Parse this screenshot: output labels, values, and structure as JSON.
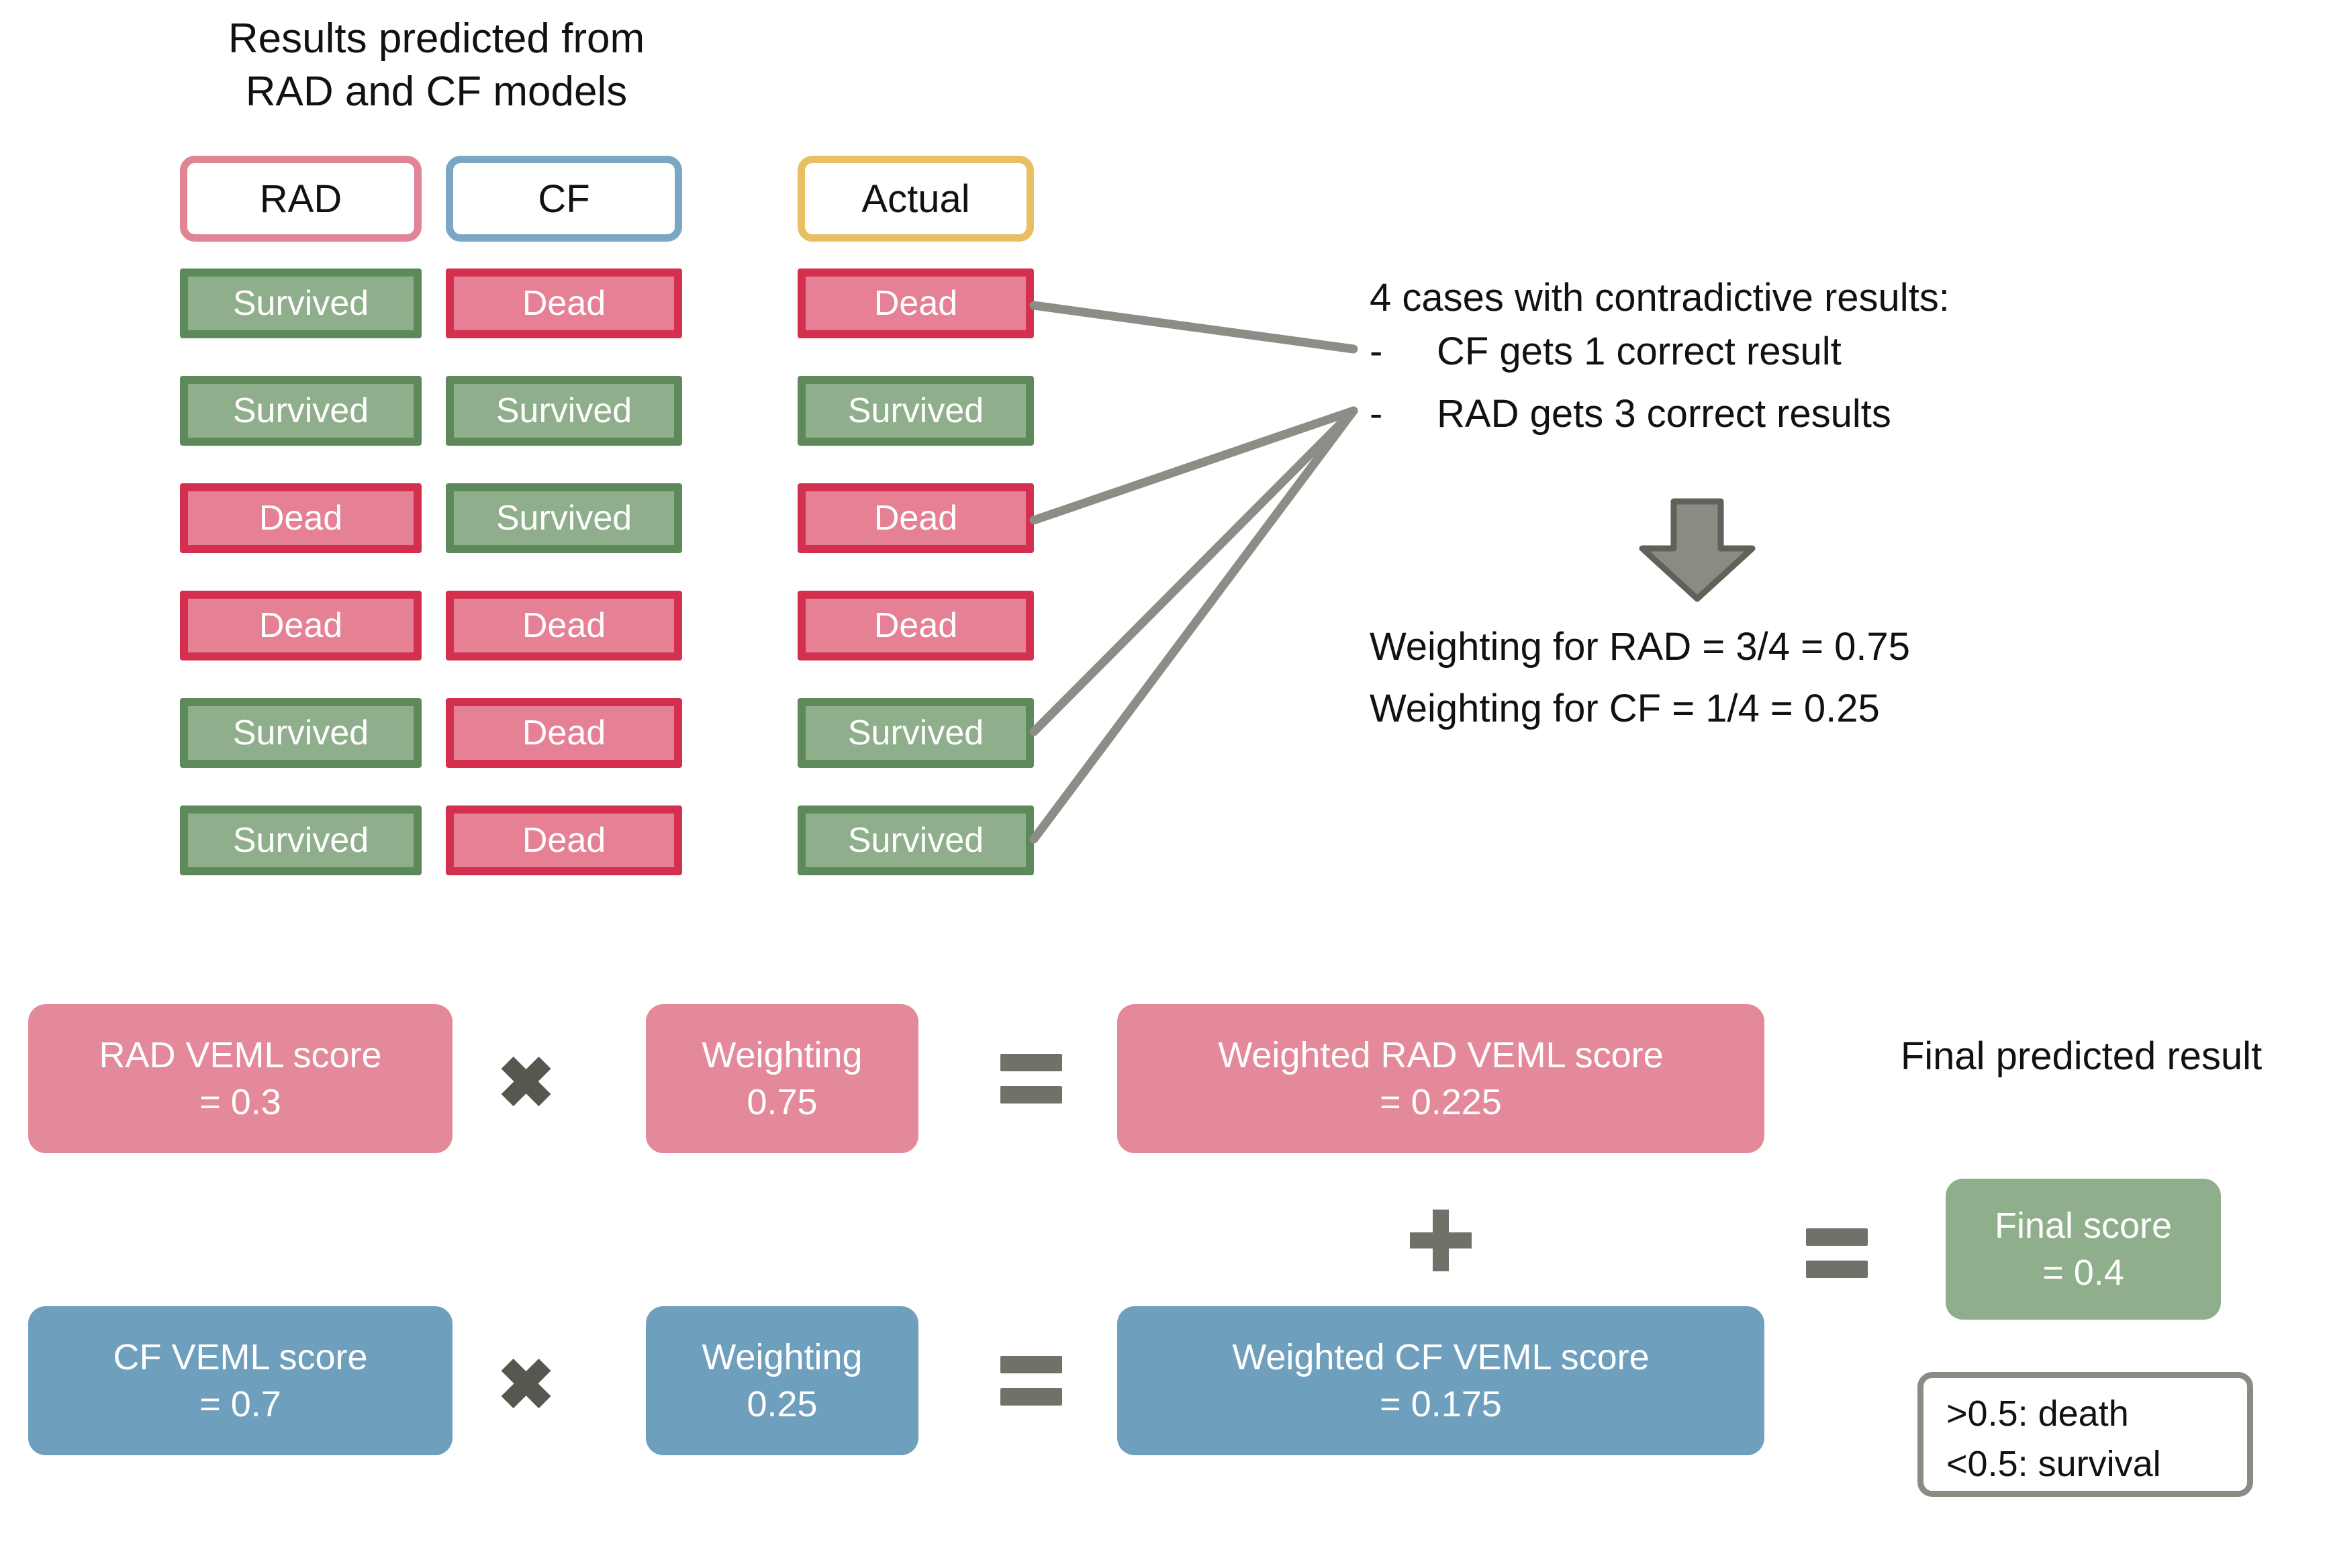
{
  "section": {
    "title": "Results predicted from\nRAD and CF models"
  },
  "table": {
    "headers": [
      {
        "label": "RAD",
        "color": "#E08496"
      },
      {
        "label": "CF",
        "color": "#7BA7C4"
      },
      {
        "label": "Actual",
        "color": "#E8BF63"
      }
    ],
    "rows": [
      {
        "rad": "Survived",
        "cf": "Dead",
        "actual": "Dead"
      },
      {
        "rad": "Survived",
        "cf": "Survived",
        "actual": "Survived"
      },
      {
        "rad": "Dead",
        "cf": "Survived",
        "actual": "Dead"
      },
      {
        "rad": "Dead",
        "cf": "Dead",
        "actual": "Dead"
      },
      {
        "rad": "Survived",
        "cf": "Dead",
        "actual": "Survived"
      },
      {
        "rad": "Survived",
        "cf": "Dead",
        "actual": "Survived"
      }
    ]
  },
  "annotation": {
    "heading": "4 cases with contradictive results:",
    "bullet_marker": "-",
    "bullets": [
      "CF gets 1 correct result",
      "RAD gets 3 correct results"
    ],
    "arrow_icon": "down-block-arrow",
    "weighting_rad": "Weighting for RAD = 3/4 = 0.75",
    "weighting_cf": "Weighting for CF = 1/4 = 0.25"
  },
  "equation": {
    "rad_row": {
      "score_box": {
        "line1": "RAD VEML score",
        "line2": "= 0.3"
      },
      "times_symbol": "✖",
      "weight_box": {
        "line1": "Weighting",
        "line2": "0.75"
      },
      "equals_symbol": "=",
      "weighted_box": {
        "line1": "Weighted RAD VEML score",
        "line2": "= 0.225"
      }
    },
    "plus_symbol": "+",
    "cf_row": {
      "score_box": {
        "line1": "CF VEML score",
        "line2": "= 0.7"
      },
      "times_symbol": "✖",
      "weight_box": {
        "line1": "Weighting",
        "line2": "0.25"
      },
      "equals_symbol": "=",
      "weighted_box": {
        "line1": "Weighted CF VEML score",
        "line2": "= 0.175"
      }
    },
    "final": {
      "label": "Final predicted result",
      "equals_symbol": "=",
      "score_box": {
        "line1": "Final score",
        "line2": "= 0.4"
      },
      "legend": [
        ">0.5: death",
        "<0.5: survival"
      ]
    }
  },
  "colors": {
    "survived_fill": "#8FAE8B",
    "survived_border": "#5E8A5B",
    "dead_fill": "#E58095",
    "dead_border": "#D32F4F",
    "pink_box": "#E4899A",
    "blue_box": "#6E9FBD",
    "green_box": "#8FAE8B",
    "operator_gray": "#6E7268",
    "connector_gray": "#8D8D87",
    "arrow_gray": "#8A8C84"
  }
}
